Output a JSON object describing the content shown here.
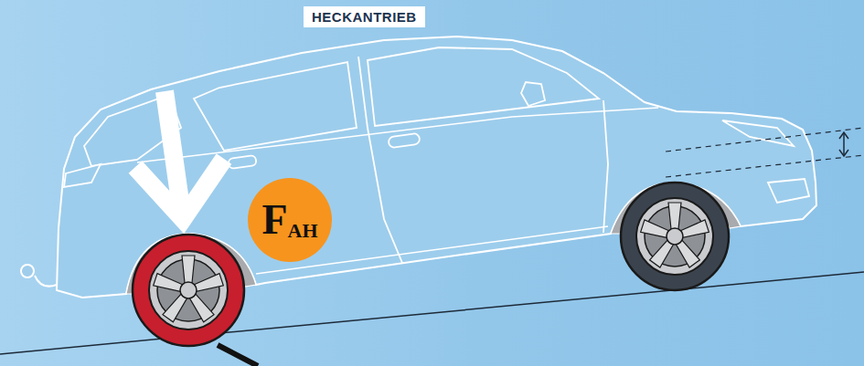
{
  "diagram": {
    "title": "HECKANTRIEB",
    "nodes": [
      {
        "text": [
          "F",
          "AH"
        ]
      }
    ]
  }
}
